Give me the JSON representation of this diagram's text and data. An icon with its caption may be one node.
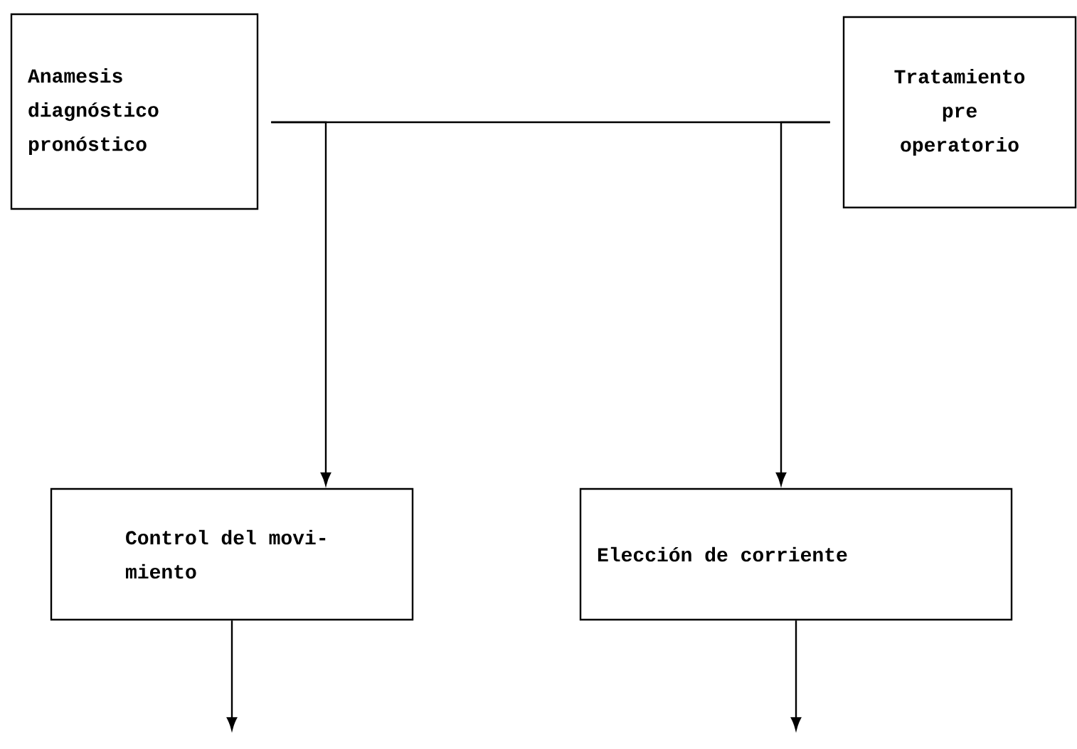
{
  "diagram": {
    "nodes": [
      {
        "text": [
          "Anamesis diagnóstico pronóstico"
        ]
      },
      {
        "text": [
          "Tratamiento pre operatorio"
        ]
      },
      {
        "text": [
          "Control del movi- miento"
        ]
      },
      {
        "text": [
          "Elección de corriente"
        ]
      }
    ],
    "edges": [
      {
        "from": 0,
        "to": 1,
        "arrow": "none"
      },
      {
        "from": 0,
        "to": 2,
        "arrow": "to"
      },
      {
        "from": 1,
        "to": 3,
        "arrow": "to"
      },
      {
        "from": 2,
        "to": null,
        "arrow": "to"
      },
      {
        "from": 3,
        "to": null,
        "arrow": "to"
      }
    ]
  }
}
